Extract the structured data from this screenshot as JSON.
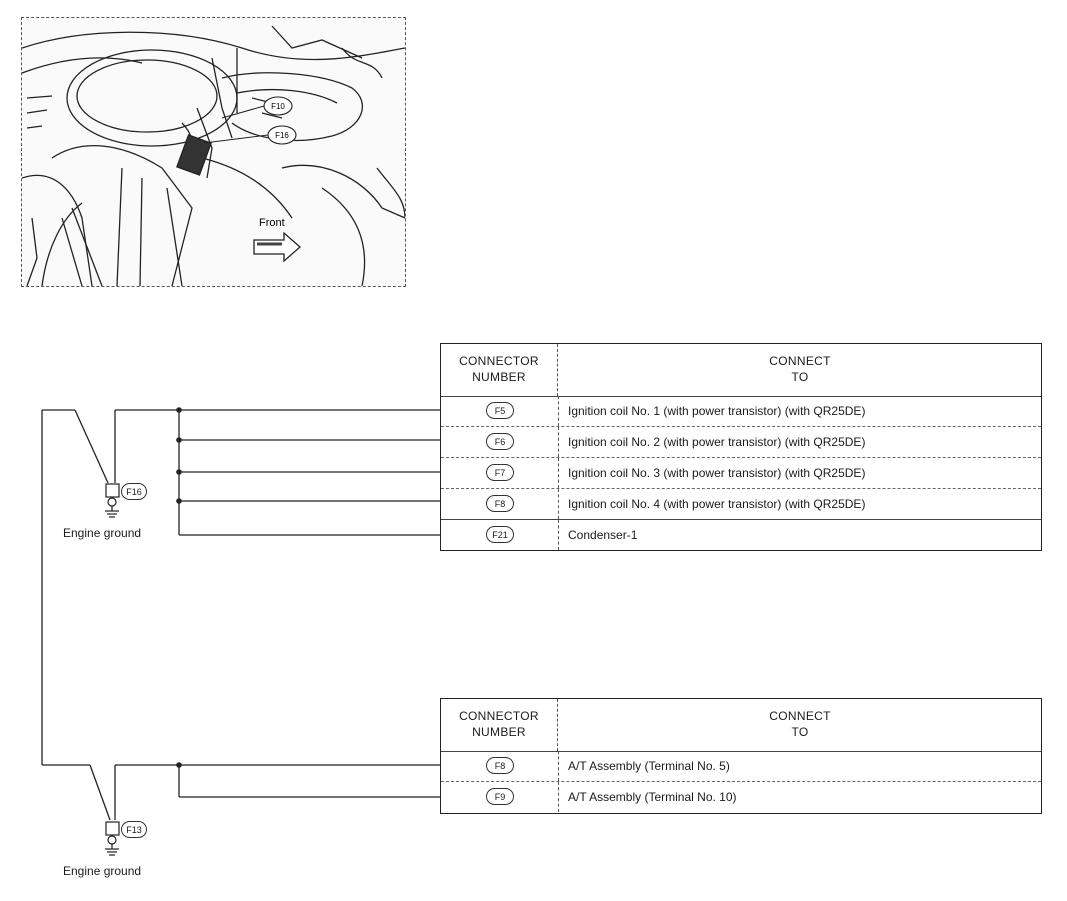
{
  "photo": {
    "callout_top": "F10",
    "callout_bottom": "F16",
    "front_label": "Front"
  },
  "table1": {
    "col1_header": "CONNECTOR\nNUMBER",
    "col2_header": "CONNECT\nTO",
    "rows": [
      {
        "pin": "F5",
        "desc": "Ignition coil No. 1 (with power transistor) (with QR25DE)"
      },
      {
        "pin": "F6",
        "desc": "Ignition coil No. 2 (with power transistor) (with QR25DE)"
      },
      {
        "pin": "F7",
        "desc": "Ignition coil No. 3 (with power transistor) (with QR25DE)"
      },
      {
        "pin": "F8",
        "desc": "Ignition coil No. 4 (with power transistor) (with QR25DE)"
      },
      {
        "pin": "F21",
        "desc": "Condenser-1"
      }
    ]
  },
  "table2": {
    "col1_header": "CONNECTOR\nNUMBER",
    "col2_header": "CONNECT\nTO",
    "rows": [
      {
        "pin": "F8",
        "desc": "A/T Assembly (Terminal No. 5)"
      },
      {
        "pin": "F9",
        "desc": "A/T Assembly (Terminal No. 10)"
      }
    ]
  },
  "ground1": {
    "connector": "F16",
    "label": "Engine ground"
  },
  "ground2": {
    "connector": "F13",
    "label": "Engine ground"
  }
}
